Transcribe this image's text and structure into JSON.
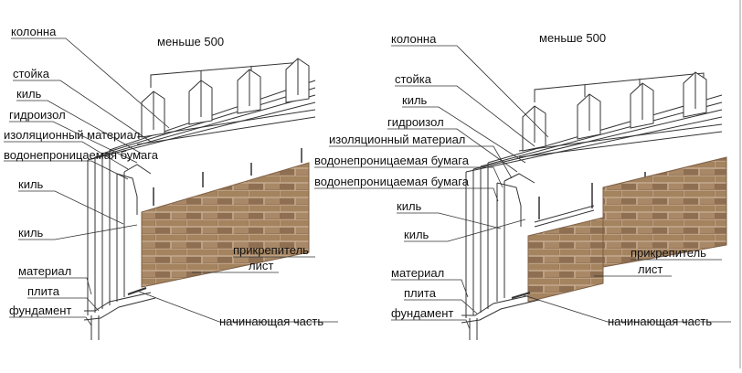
{
  "top_dimension": "меньше 500",
  "labels": {
    "column": "колонна",
    "stud": "стойка",
    "keel": "киль",
    "waterproofing": "гидроизол",
    "insulation": "изоляционный материал",
    "permeable_paper": "водонепроницаемая бумага",
    "fastener": "прикрепитель",
    "sheet": "лист",
    "material": "материал",
    "slab": "плита",
    "foundation": "фундамент",
    "starter": "начинающая часть"
  },
  "colors": {
    "line": "#333333",
    "brick_fill": "#9b7a5c",
    "brick_mortar": "#c8ad90",
    "brick_dark": "#7d5f45"
  }
}
